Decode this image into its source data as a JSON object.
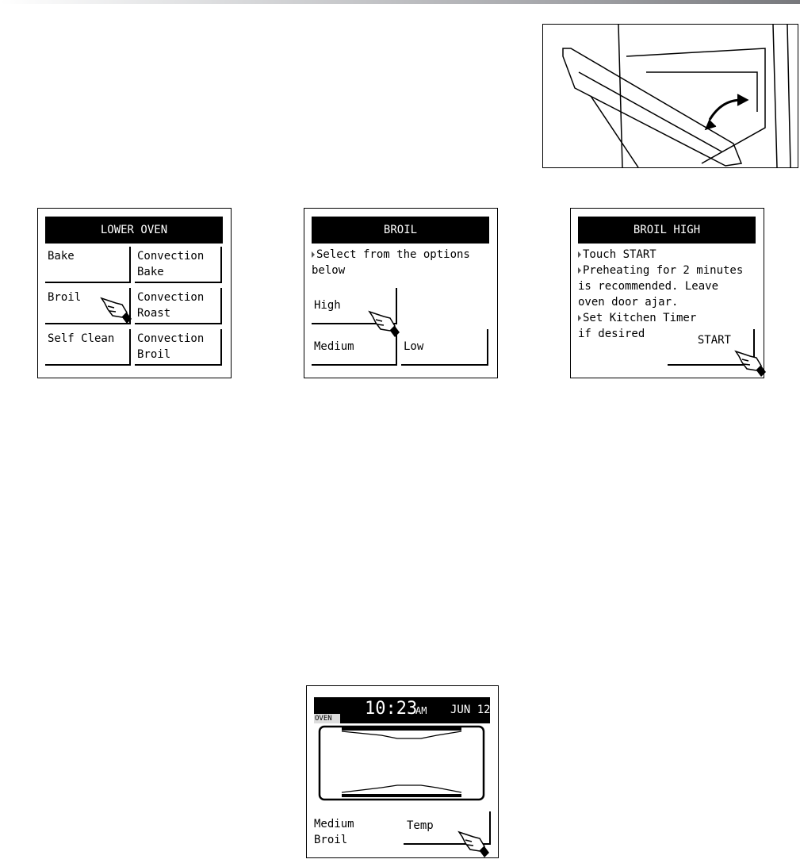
{
  "screen1": {
    "title": "LOWER OVEN",
    "buttons": [
      "Bake",
      "Convection\nBake",
      "Broil",
      "Convection\nRoast",
      "Self Clean",
      "Convection\nBroil"
    ]
  },
  "screen2": {
    "title": "BROIL",
    "instruction": "Select from the options\nbelow",
    "buttons": [
      "High",
      "Medium",
      "Low"
    ]
  },
  "screen3": {
    "title": "BROIL HIGH",
    "lines": [
      "Touch START",
      "Preheating for 2 minutes\nis recommended. Leave\noven door ajar.",
      "Set Kitchen Timer\nif desired"
    ],
    "start": "START"
  },
  "screen4": {
    "time": "10:23",
    "ampm": "AM",
    "date": "JUN 12",
    "tab": "OVEN",
    "status": "Medium\nBroil",
    "temp": "Temp"
  }
}
